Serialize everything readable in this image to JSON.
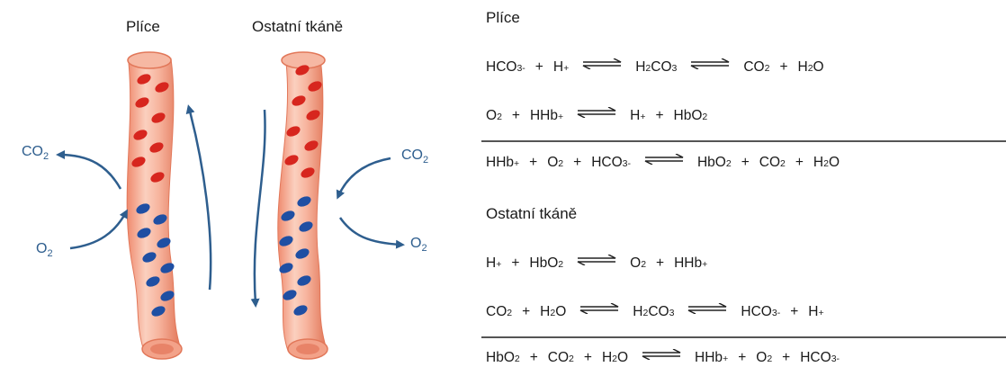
{
  "diagram": {
    "labels": {
      "left_vessel": "Plíce",
      "right_vessel": "Ostatní tkáně"
    },
    "gases": {
      "left_out": "CO",
      "left_out_sub": "2",
      "left_in": "O",
      "left_in_sub": "2",
      "right_in": "CO",
      "right_in_sub": "2",
      "right_out": "O",
      "right_out_sub": "2"
    }
  },
  "equations": {
    "lungs_title": "Plíce",
    "tissues_title": "Ostatní tkáně",
    "plus": "+",
    "lungs": [
      [
        "HCO",
        "3",
        "-",
        "H",
        "+",
        "H",
        "2",
        "CO",
        "3",
        "CO",
        "2",
        "H",
        "2",
        "O"
      ],
      [
        "O",
        "2",
        "HHb",
        "+",
        "H",
        "+",
        "HbO",
        "2"
      ],
      [
        "HHb",
        "+",
        "O",
        "2",
        "HCO",
        "3",
        "-",
        "HbO",
        "2",
        "CO",
        "2",
        "H",
        "2",
        "O"
      ]
    ],
    "tissues": [
      [
        "H",
        "+",
        "HbO",
        "2",
        "O",
        "2",
        "HHb",
        "+"
      ],
      [
        "CO",
        "2",
        "H",
        "2",
        "O",
        "H",
        "2",
        "CO",
        "3",
        "HCO",
        "3",
        "-",
        "H",
        "+"
      ],
      [
        "HbO",
        "2",
        "CO",
        "2",
        "H",
        "2",
        "O",
        "HHb",
        "+",
        "O",
        "2",
        "HCO",
        "3",
        "-"
      ]
    ]
  }
}
